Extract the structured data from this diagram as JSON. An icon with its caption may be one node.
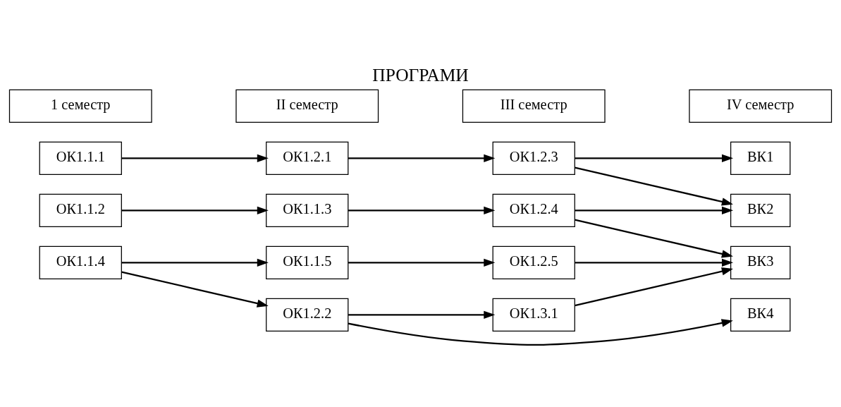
{
  "diagram": {
    "title": "ПРОГРАМИ",
    "nodes": [
      {
        "text": [
          "1 семестр"
        ]
      },
      {
        "text": [
          "II семестр"
        ]
      },
      {
        "text": [
          "III семестр"
        ]
      },
      {
        "text": [
          "IV семестр"
        ]
      },
      {
        "text": [
          "ОК1.1.1"
        ]
      },
      {
        "text": [
          "ОК1.1.2"
        ]
      },
      {
        "text": [
          "ОК1.1.4"
        ]
      },
      {
        "text": [
          "ОК1.2.1"
        ]
      },
      {
        "text": [
          "ОК1.1.3"
        ]
      },
      {
        "text": [
          "ОК1.1.5"
        ]
      },
      {
        "text": [
          "ОК1.2.2"
        ]
      },
      {
        "text": [
          "ОК1.2.3"
        ]
      },
      {
        "text": [
          "ОК1.2.4"
        ]
      },
      {
        "text": [
          "ОК1.2.5"
        ]
      },
      {
        "text": [
          "ОК1.3.1"
        ]
      },
      {
        "text": [
          "ВК1"
        ]
      },
      {
        "text": [
          "ВК2"
        ]
      },
      {
        "text": [
          "ВК3"
        ]
      },
      {
        "text": [
          "ВК4"
        ]
      }
    ],
    "edges": [
      {
        "from": 4,
        "to": 7,
        "arrow": "to"
      },
      {
        "from": 5,
        "to": 8,
        "arrow": "to"
      },
      {
        "from": 6,
        "to": 9,
        "arrow": "to"
      },
      {
        "from": 6,
        "to": 10,
        "arrow": "to"
      },
      {
        "from": 7,
        "to": 11,
        "arrow": "to"
      },
      {
        "from": 8,
        "to": 12,
        "arrow": "to"
      },
      {
        "from": 9,
        "to": 13,
        "arrow": "to"
      },
      {
        "from": 10,
        "to": 14,
        "arrow": "to"
      },
      {
        "from": 10,
        "to": 18,
        "arrow": "to"
      },
      {
        "from": 11,
        "to": 15,
        "arrow": "to"
      },
      {
        "from": 11,
        "to": 16,
        "arrow": "to"
      },
      {
        "from": 12,
        "to": 16,
        "arrow": "to"
      },
      {
        "from": 12,
        "to": 17,
        "arrow": "to"
      },
      {
        "from": 13,
        "to": 17,
        "arrow": "to"
      },
      {
        "from": 14,
        "to": 17,
        "arrow": "to"
      }
    ]
  }
}
